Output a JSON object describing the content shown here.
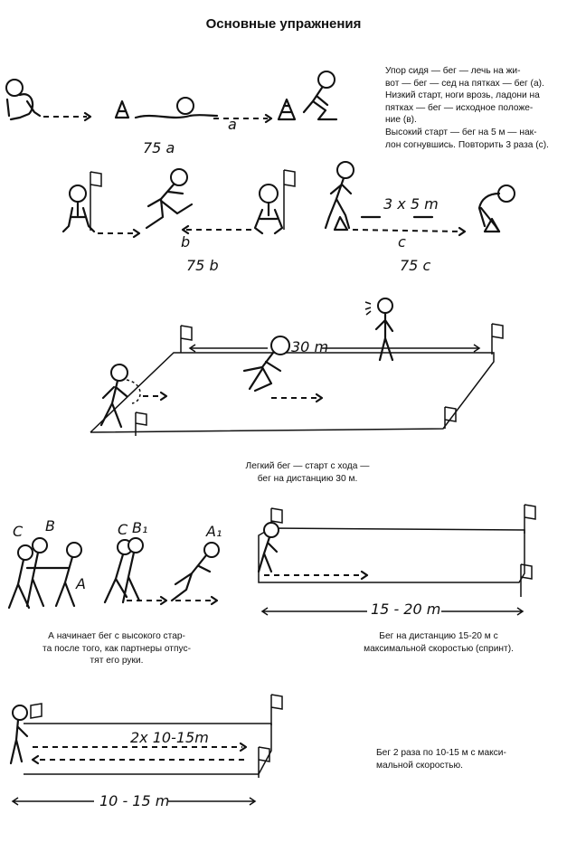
{
  "title": "Основные упражнения",
  "block1": {
    "desc_lines": [
      "Упор сидя — бег — лечь на жи-",
      "вот — бег — сед на пятках — бег (а).",
      "Низкий старт, ноги врозь, ладони на",
      "пятках — бег — исходное положе-",
      "ние (в).",
      "Высокий старт — бег на 5 м — нак-",
      "лон согнувшись. Повторить 3 раза (с)."
    ],
    "label_a": "a",
    "num_a": "75 a",
    "label_b": "b",
    "num_b": "75 b",
    "label_c": "c",
    "num_c": "75 c",
    "dist_c": "3 x 5 m"
  },
  "block2": {
    "dist": "30 m",
    "desc_lines": [
      "Легкий бег — старт с хода —",
      "бег на дистанцию 30 м."
    ]
  },
  "block3": {
    "labels": {
      "c": "C",
      "b": "B",
      "a": "A",
      "c1": "C",
      "b1": "B₁",
      "a1": "A₁"
    },
    "desc_lines": [
      "А начинает бег с высокого стар-",
      "та после того, как партнеры отпус-",
      "тят его руки."
    ]
  },
  "block4": {
    "dist": "15 - 20 m",
    "desc_lines": [
      "Бег на дистанцию 15-20 м с",
      "максимальной скоростью (спринт)."
    ]
  },
  "block5": {
    "dist_top": "2x 10-15m",
    "dist": "10 - 15 m",
    "desc_lines": [
      "Бег 2 раза по 10-15 м с макси-",
      "мальной скоростью."
    ]
  }
}
